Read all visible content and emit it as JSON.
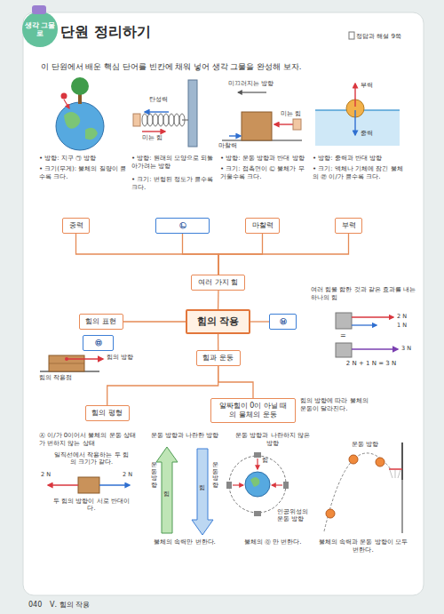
{
  "diagram": {
    "title": "단원 정리하기",
    "nodes": [
      {
        "text": [
          "중력"
        ]
      },
      {
        "text": [
          "㉡"
        ]
      },
      {
        "text": [
          "마찰력"
        ]
      },
      {
        "text": [
          "부력"
        ]
      },
      {
        "text": [
          "여러 가지 힘"
        ]
      },
      {
        "text": [
          "힘의 표현"
        ]
      },
      {
        "text": [
          "㉤"
        ]
      },
      {
        "text": [
          "힘의 작용"
        ]
      },
      {
        "text": [
          "㉥"
        ]
      },
      {
        "text": [
          "힘과 운동"
        ]
      },
      {
        "text": [
          "힘의 평형"
        ]
      },
      {
        "text": [
          "알짜힘이 0이 아닐 때의 물체의 운동"
        ]
      }
    ],
    "edges": [
      {
        "from": 4,
        "to": 0,
        "arrow": "none"
      },
      {
        "from": 4,
        "to": 1,
        "arrow": "none"
      },
      {
        "from": 4,
        "to": 2,
        "arrow": "none"
      },
      {
        "from": 4,
        "to": 3,
        "arrow": "none"
      },
      {
        "from": 4,
        "to": 7,
        "arrow": "none"
      },
      {
        "from": 7,
        "to": 5,
        "arrow": "none"
      },
      {
        "from": 7,
        "to": 8,
        "arrow": "none"
      },
      {
        "from": 7,
        "to": 9,
        "arrow": "none"
      },
      {
        "from": 9,
        "to": 10,
        "arrow": "none"
      },
      {
        "from": 9,
        "to": 11,
        "arrow": "none"
      }
    ],
    "labels": [
      "생각 그물로",
      "정답과 해설 9쪽",
      "이 단원에서 배운 핵심 단어를 빈칸에 채워 넣어 생각 그물을 완성해 보자.",
      "• 방향: 지구 ㉠ 방향",
      "• 크기(무게): 물체의 질량이 클수록 크다.",
      "탄성력",
      "미는 힘",
      "• 방향: 원래의 모양으로 되돌아가려는 방향",
      "• 크기: 변형된 정도가 클수록 크다.",
      "미끄러지는 방향",
      "미는 힘",
      "마찰력",
      "• 방향: 운동 방향과 반대 방향",
      "• 크기: 접촉면이 ㉢ 물체가 무거울수록 크다.",
      "부력",
      "중력",
      "• 방향: 중력과 반대 방향",
      "• 크기: 액체나 기체에 잠긴 물체의 ㉣ 이/가 클수록 크다.",
      "힘의 작용점",
      "힘의 방향",
      "여러 힘을 합한 것과 같은 효과를 내는 하나의 힘",
      "2 N",
      "1 N",
      "=",
      "3 N",
      "2 N + 1 N = 3 N",
      "힘의 방향에 따라 물체의 운동이 달라진다.",
      "㉦ 이/가 0이어서 물체의 운동 상태가 변하지 않는 상태",
      "일직선에서 작용하는 두 힘의 크기가 같다.",
      "2 N",
      "2 N",
      "두 힘의 방향이 서로 반대이다.",
      "운동 방향과 나란한 방향",
      "운동 방향",
      "힘",
      "힘",
      "운동 방향",
      "물체의 속력만 변한다.",
      "운동 방향과 나란하지 않은 방향",
      "힘",
      "인공위성의 운동 방향",
      "물체의 ㉧ 만 변한다.",
      "운동 방향",
      "물체의 속력과 운동 방향이 모두 변한다.",
      "040",
      "Ⅴ. 힘의 작용"
    ]
  }
}
